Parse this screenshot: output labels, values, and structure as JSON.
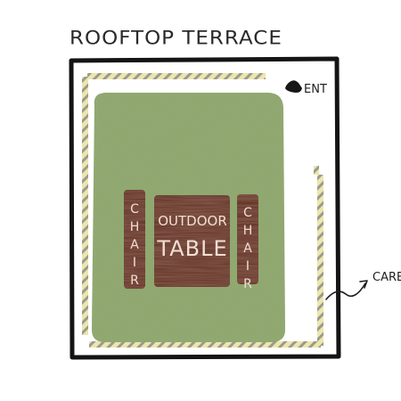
{
  "title": "ROOFTOP TERRACE",
  "labels": {
    "entrance": "ENT",
    "caretaker": "CARE",
    "table_line1": "OUTDOOR",
    "table_line2": "TABLE",
    "chair_left": "CHAIR",
    "chair_right": "CHAIR"
  },
  "colors": {
    "wall": "#141414",
    "turf": "#8fa86b",
    "table": "#5a2a1e",
    "chair": "#5a2a1e",
    "railing_stripe_a": "#e9e3a6",
    "railing_stripe_b": "#9a9a8c",
    "label_on_wood": "#f1dfd5"
  },
  "icons": {
    "entrance": "entrance-marker-icon",
    "caretaker": "caretaker-arrow-icon"
  }
}
